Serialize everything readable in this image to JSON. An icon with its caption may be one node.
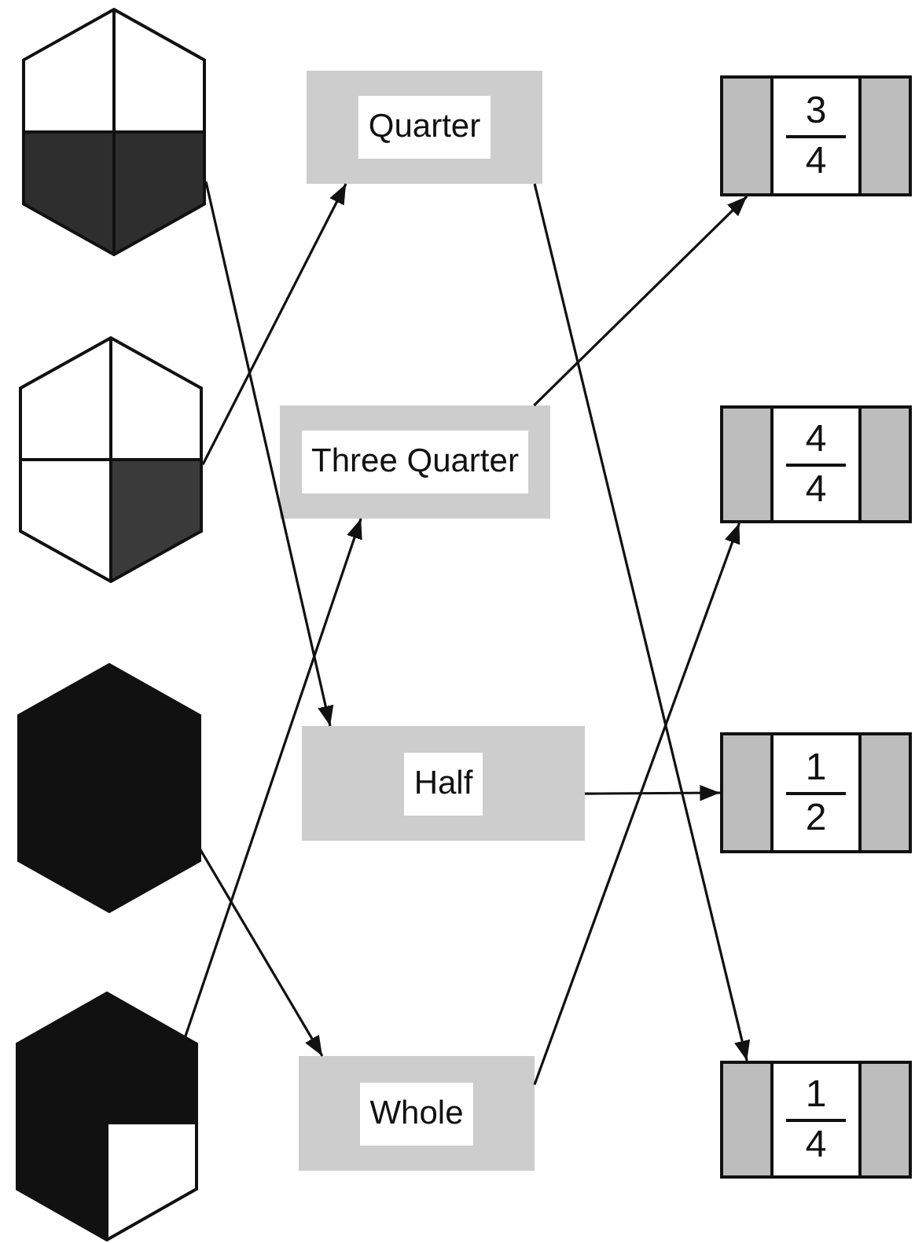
{
  "diagram": {
    "nodes": [
      {
        "text": [],
        "shape": "hexagon"
      },
      {
        "text": [],
        "shape": "hexagon"
      },
      {
        "text": [],
        "shape": "hexagon"
      },
      {
        "text": [],
        "shape": "hexagon"
      },
      {
        "text": [
          "Quarter"
        ]
      },
      {
        "text": [
          "Three Quarter"
        ]
      },
      {
        "text": [
          "Half"
        ]
      },
      {
        "text": [
          "Whole"
        ]
      },
      {
        "text": [
          "3",
          "4"
        ]
      },
      {
        "text": [
          "4",
          "4"
        ]
      },
      {
        "text": [
          "1",
          "2"
        ]
      },
      {
        "text": [
          "1",
          "4"
        ]
      }
    ],
    "edges": [
      {
        "from": 0,
        "to": 6,
        "arrow": "to"
      },
      {
        "from": 1,
        "to": 4,
        "arrow": "to"
      },
      {
        "from": 2,
        "to": 7,
        "arrow": "to"
      },
      {
        "from": 3,
        "to": 5,
        "arrow": "to"
      },
      {
        "from": 4,
        "to": 11,
        "arrow": "to"
      },
      {
        "from": 5,
        "to": 8,
        "arrow": "to"
      },
      {
        "from": 6,
        "to": 10,
        "arrow": "to"
      },
      {
        "from": 7,
        "to": 9,
        "arrow": "to"
      }
    ]
  }
}
